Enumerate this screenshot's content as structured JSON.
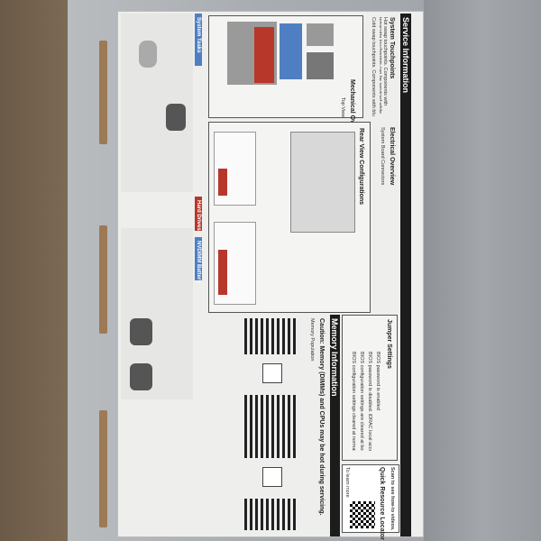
{
  "title": "Service Information",
  "sections": {
    "touchpoints": "System Touchpoints",
    "touch_red": "Hot swap touchpoints. Components with terracotta touchpoints can be serviced while the system is running.",
    "touch_blue": "Cold swap touchpoints. Components with blue touchpoints",
    "mechanical": "Mechanical Overview",
    "top_view": "Top View",
    "electrical": "Electrical Overview",
    "board": "System Board Connectors",
    "rear": "Rear View Configurations",
    "tasks": "System Tasks",
    "hard_drives": "Hard Drives",
    "memory_battery": "NVDIMM Battery",
    "memory_info": "Memory Information",
    "caution": "Caution: Memory (DIMMs) and CPUs may be hot during servicing.",
    "population": "Memory Population",
    "jumper": "Jumper Settings",
    "jumper_rows": [
      "BIOS password is enabled",
      "BIOS password is disabled. iDRAC local access unlocked at next AC power cycle.",
      "BIOS configuration settings are cleared at boot",
      "BIOS configuration settings cleared at normal boot"
    ],
    "qrl_title": "Quick Resource Locator",
    "qrl_scan": "Scan to see how-to videos, documentation, and troubleshooting information",
    "qrl_text": "To learn more about this Dell product or to order additional or replacement parts, go to Dell.com/support"
  },
  "colors": {
    "hot": "#b8372b",
    "cold": "#4f7fc2",
    "bar": "#1c1c1c"
  }
}
